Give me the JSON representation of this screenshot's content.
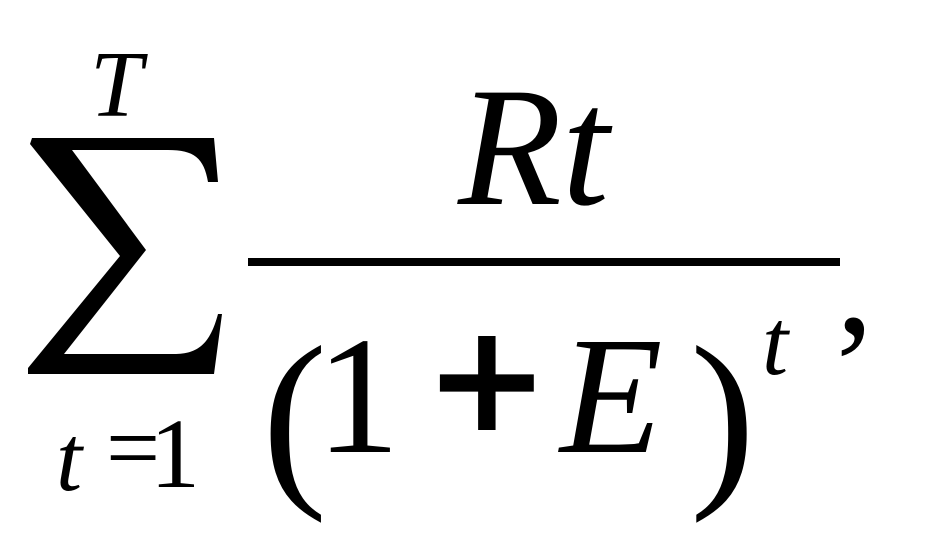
{
  "formula": {
    "sum": {
      "upper_limit": "T",
      "lower_variable": "t",
      "lower_equals": "=",
      "lower_value": "1"
    },
    "numerator": "Rt",
    "denominator": {
      "open_paren": "(",
      "one": "1",
      "plus": "+",
      "variable": "E",
      "close_paren": ")",
      "exponent": "t"
    },
    "trailing_punctuation": ","
  }
}
